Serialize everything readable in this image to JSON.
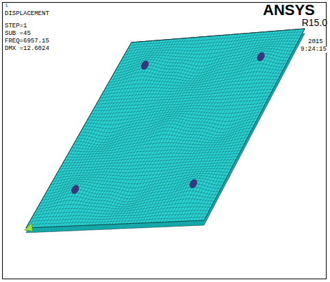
{
  "diagram": {
    "labels": [
      "1",
      "DISPLACEMENT",
      "STEP=1",
      "SUB =45",
      "FREQ=6957.15",
      "DMX =12.6024",
      "ANSYS",
      "R15.0",
      "2015",
      "9:24:15"
    ]
  }
}
